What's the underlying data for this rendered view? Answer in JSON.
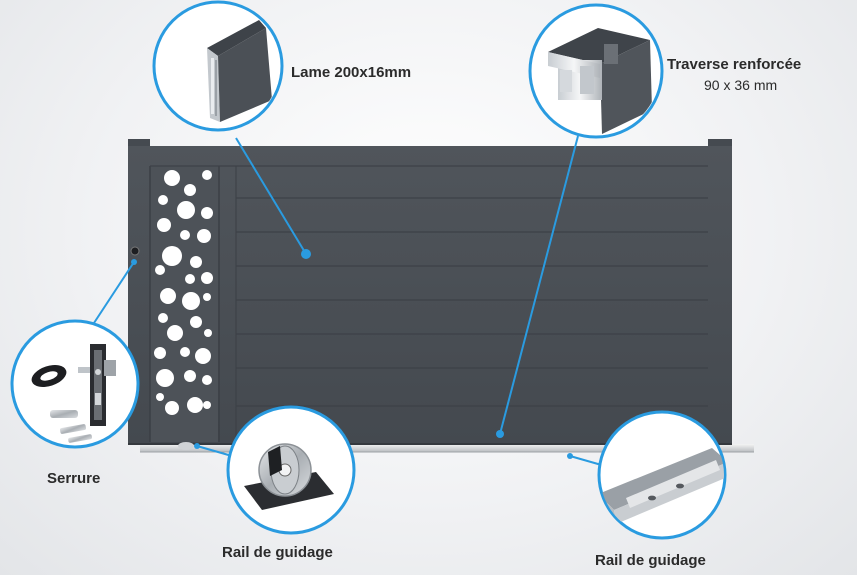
{
  "labels": {
    "lame": "Lame 200x16mm",
    "traverse_title": "Traverse renforcée",
    "traverse_dims": "90 x 36 mm",
    "serrure": "Serrure",
    "rail_left": "Rail de guidage",
    "rail_right": "Rail de guidage"
  },
  "colors": {
    "gate": "#4a4f55",
    "gate_dark": "#3c4046",
    "accent": "#2a9be0",
    "bubble": "#ffffff"
  }
}
